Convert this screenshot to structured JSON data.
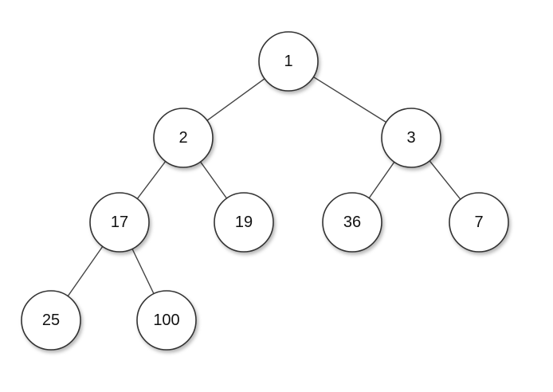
{
  "tree": {
    "nodes": [
      {
        "id": "n1",
        "label": "1",
        "level": 0,
        "order": 1,
        "parent": null
      },
      {
        "id": "n2",
        "label": "2",
        "level": 1,
        "order": 1,
        "parent": "n1"
      },
      {
        "id": "n3",
        "label": "3",
        "level": 1,
        "order": 2,
        "parent": "n1"
      },
      {
        "id": "n17",
        "label": "17",
        "level": 2,
        "order": 1,
        "parent": "n2"
      },
      {
        "id": "n19",
        "label": "19",
        "level": 2,
        "order": 2,
        "parent": "n2"
      },
      {
        "id": "n36",
        "label": "36",
        "level": 2,
        "order": 3,
        "parent": "n3"
      },
      {
        "id": "n7",
        "label": "7",
        "level": 2,
        "order": 4,
        "parent": "n3"
      },
      {
        "id": "n25",
        "label": "25",
        "level": 3,
        "order": 1,
        "parent": "n17"
      },
      {
        "id": "n100",
        "label": "100",
        "level": 3,
        "order": 2,
        "parent": "n17"
      }
    ],
    "colors": {
      "node_fill": "#ffffff",
      "node_stroke": "#333333",
      "edge": "#444444",
      "text": "#111111"
    }
  }
}
